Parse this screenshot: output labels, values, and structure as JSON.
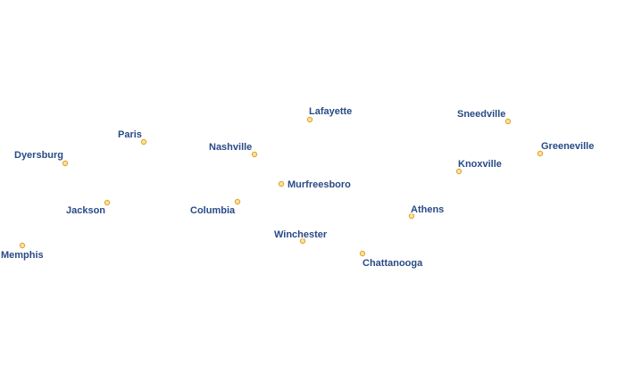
{
  "map": {
    "colors": {
      "label_fill": "#294a86",
      "label_halo": "#ffffff",
      "dot_fill": "#fbe3a0",
      "dot_stroke": "#e0a937",
      "background": "#ffffff"
    },
    "cities": [
      {
        "name": "Lafayette"
      },
      {
        "name": "Sneedville"
      },
      {
        "name": "Paris"
      },
      {
        "name": "Nashville"
      },
      {
        "name": "Greeneville"
      },
      {
        "name": "Dyersburg"
      },
      {
        "name": "Knoxville"
      },
      {
        "name": "Murfreesboro"
      },
      {
        "name": "Jackson"
      },
      {
        "name": "Columbia"
      },
      {
        "name": "Athens"
      },
      {
        "name": "Winchester"
      },
      {
        "name": "Memphis"
      },
      {
        "name": "Chattanooga"
      }
    ]
  }
}
